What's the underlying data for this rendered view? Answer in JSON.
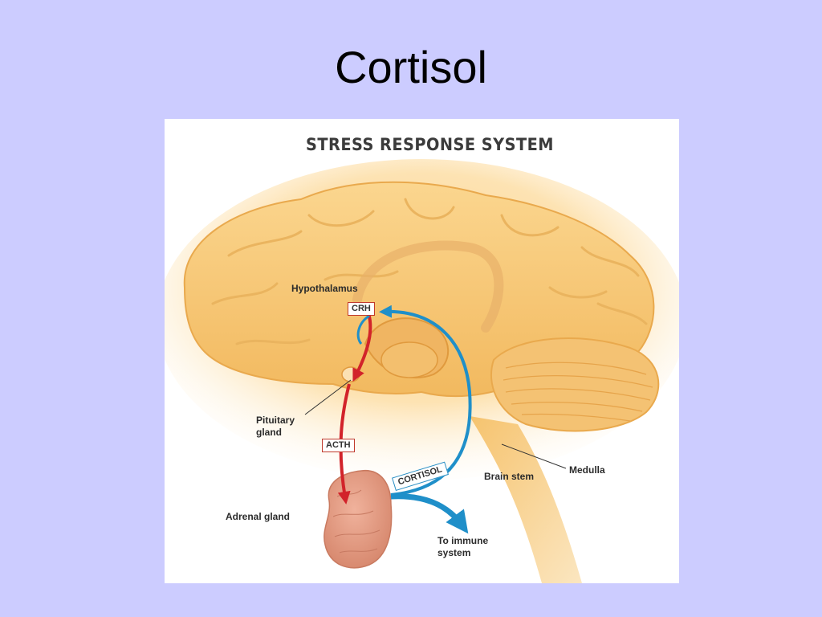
{
  "slide": {
    "title": "Cortisol"
  },
  "diagram": {
    "title": "STRESS RESPONSE SYSTEM",
    "labels": {
      "hypothalamus": "Hypothalamus",
      "pituitary": "Pituitary\ngland",
      "adrenal": "Adrenal gland",
      "brain_stem": "Brain stem",
      "medulla": "Medulla",
      "immune": "To immune\nsystem"
    },
    "hormones": {
      "crh": "CRH",
      "acth": "ACTH",
      "cortisol": "CORTISOL"
    },
    "colors": {
      "background": "#ccccff",
      "brain": "#f7c978",
      "adrenal": "#e6a08a",
      "red_arrow": "#d2232a",
      "blue_arrow": "#1f8fc9"
    }
  }
}
